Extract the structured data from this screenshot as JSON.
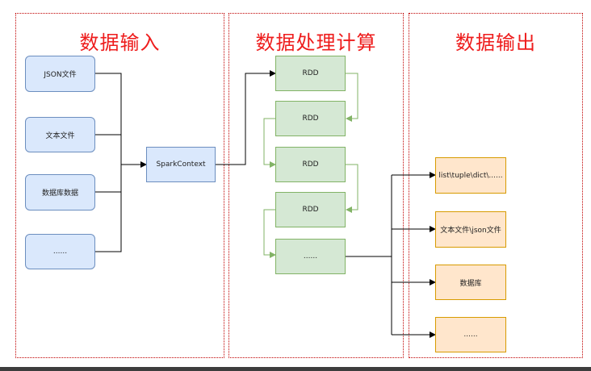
{
  "sections": {
    "input": {
      "title": "数据输入"
    },
    "processing": {
      "title": "数据处理计算"
    },
    "output": {
      "title": "数据输出"
    }
  },
  "inputs": [
    {
      "label": "JSON文件"
    },
    {
      "label": "文本文件"
    },
    {
      "label": "数据库数据"
    },
    {
      "label": "......"
    }
  ],
  "spark_context": {
    "label": "SparkContext"
  },
  "rdds": [
    {
      "label": "RDD"
    },
    {
      "label": "RDD"
    },
    {
      "label": "RDD"
    },
    {
      "label": "RDD"
    },
    {
      "label": "......"
    }
  ],
  "outputs": [
    {
      "label": "list\\tuple\\dict\\......"
    },
    {
      "label": "文本文件\\json文件"
    },
    {
      "label": "数据库"
    },
    {
      "label": "......"
    }
  ],
  "colors": {
    "section_border": "#c00000",
    "title": "#ee1c1c",
    "input_fill": "#dae8fc",
    "input_border": "#6c8ebf",
    "rdd_fill": "#d5e8d4",
    "rdd_border": "#82b366",
    "output_fill": "#ffe6cc",
    "output_border": "#d79b00",
    "connector_black": "#000000",
    "connector_green": "#82b366"
  }
}
